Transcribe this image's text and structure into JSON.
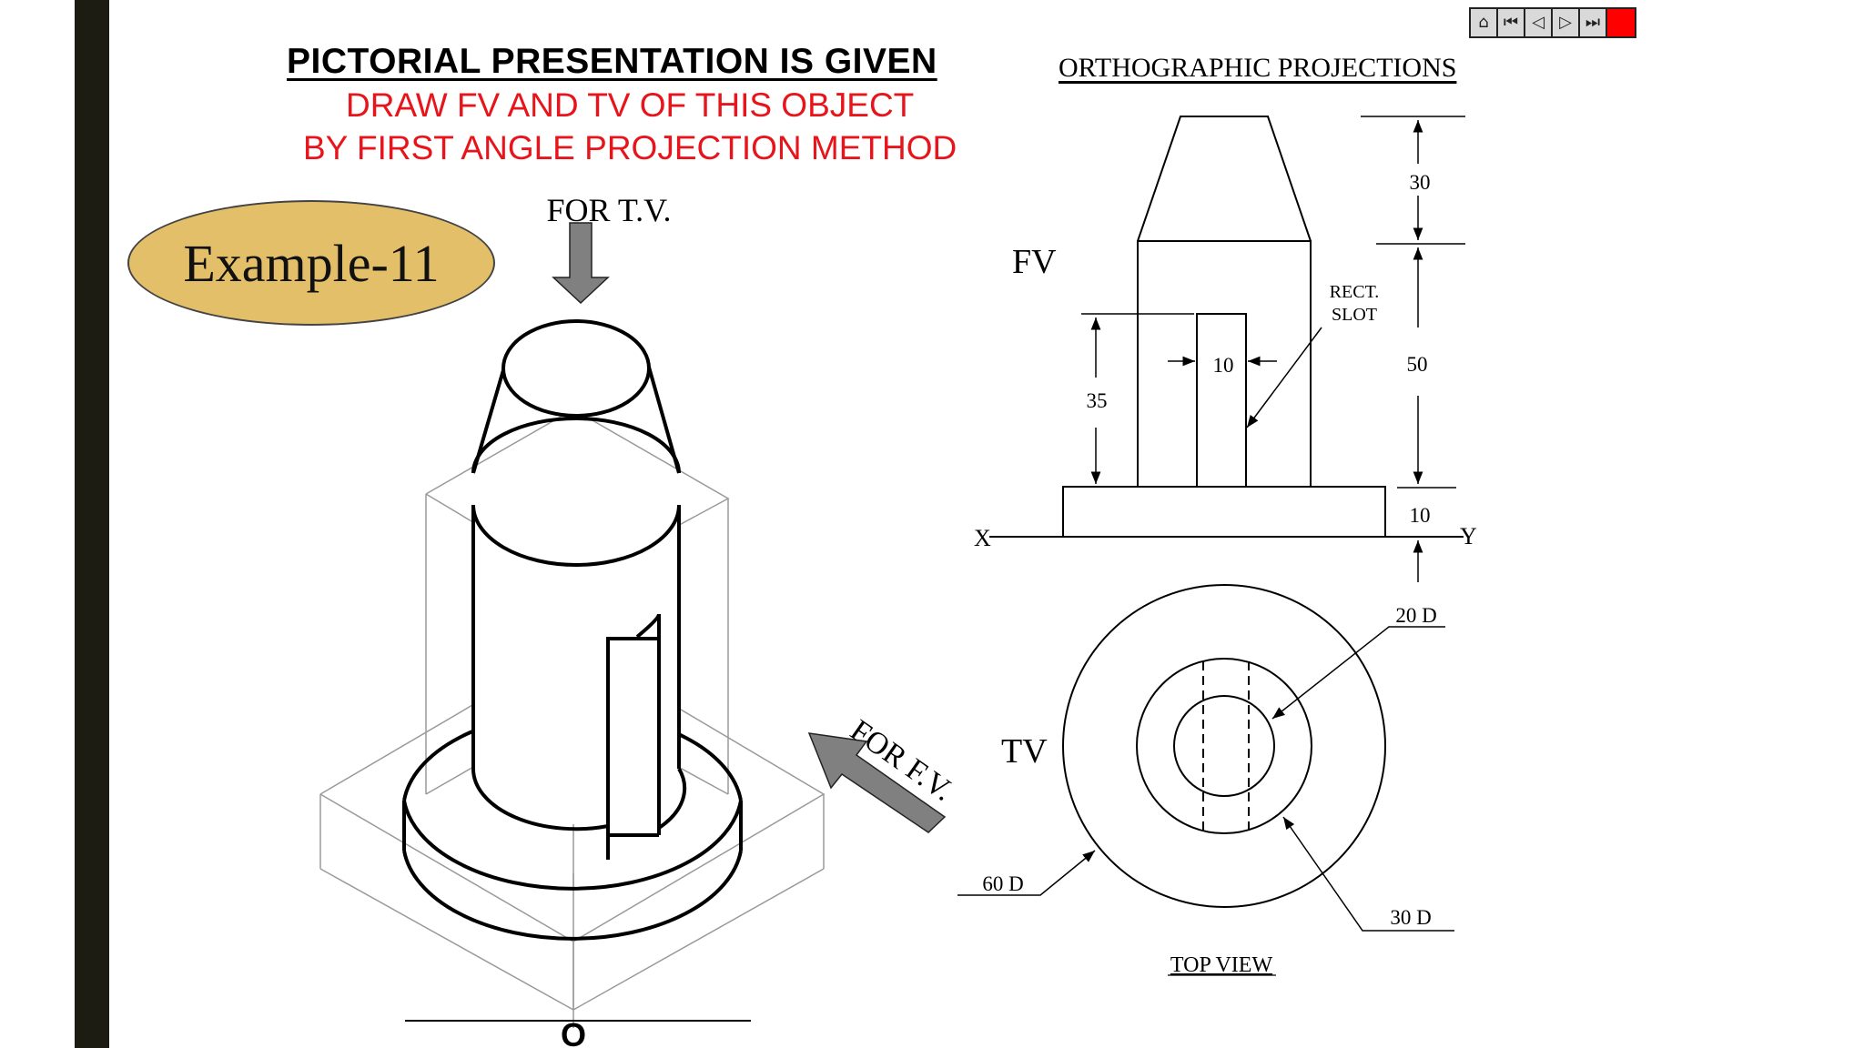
{
  "header": {
    "title": "PICTORIAL PRESENTATION IS GIVEN",
    "line1": "DRAW FV AND TV OF THIS OBJECT",
    "line2": "BY FIRST ANGLE PROJECTION METHOD",
    "ortho_title": "ORTHOGRAPHIC PROJECTIONS"
  },
  "example_label": "Example-11",
  "pictorial": {
    "for_tv": "FOR T.V.",
    "for_fv": "FOR F.V.",
    "origin": "O"
  },
  "front_view": {
    "label": "FV",
    "dim_top": "30",
    "dim_body": "50",
    "dim_base": "10",
    "dim_slot_height": "35",
    "dim_slot_width": "10",
    "slot_label_1": "RECT.",
    "slot_label_2": "SLOT",
    "x_label": "X",
    "y_label": "Y"
  },
  "top_view": {
    "label": "TV",
    "d20": "20 D",
    "d30": "30 D",
    "d60": "60 D",
    "caption": "TOP VIEW"
  },
  "nav": {
    "home": "⌂",
    "first": "⏮",
    "prev": "◁",
    "next": "▷",
    "last": "⏭",
    "stop": ""
  },
  "colors": {
    "title_red": "#e8141b",
    "oval_fill": "#e2bf68",
    "arrow_gray": "#808080",
    "bar_dark": "#1c1c12"
  }
}
